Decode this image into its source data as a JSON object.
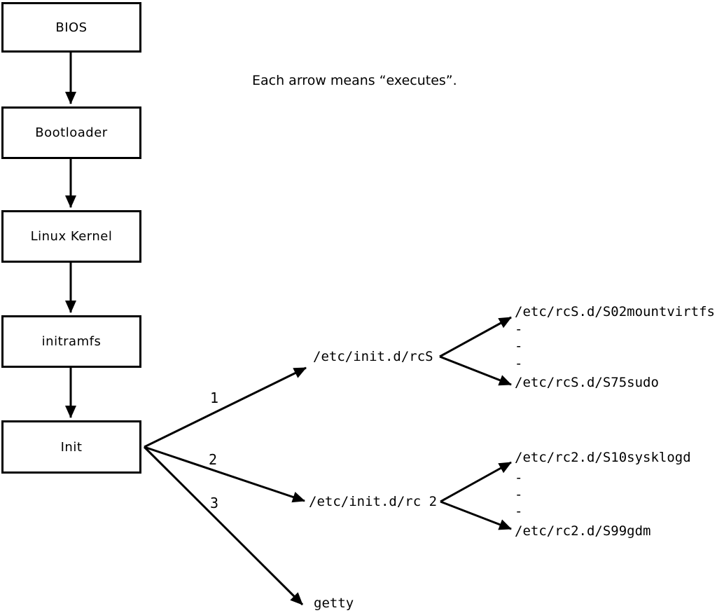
{
  "diagram": {
    "note": "Each arrow means “executes”.",
    "colors": {
      "line": "#000000",
      "background": "#ffffff",
      "text": "#000000"
    }
  },
  "chain": [
    {
      "label": "BIOS"
    },
    {
      "label": "Bootloader"
    },
    {
      "label": "Linux Kernel"
    },
    {
      "label": "initramfs"
    },
    {
      "label": "Init"
    }
  ],
  "init_branches": [
    {
      "number": "1",
      "target": "/etc/init.d/rcS"
    },
    {
      "number": "2",
      "target": "/etc/init.d/rc 2"
    },
    {
      "number": "3",
      "target": "getty"
    }
  ],
  "rcs_children": [
    "/etc/rcS.d/S02mountvirtfs",
    "-",
    "-",
    "-",
    "/etc/rcS.d/S75sudo"
  ],
  "rc2_children": [
    "/etc/rc2.d/S10sysklogd",
    "-",
    "-",
    "-",
    "/etc/rc2.d/S99gdm"
  ]
}
